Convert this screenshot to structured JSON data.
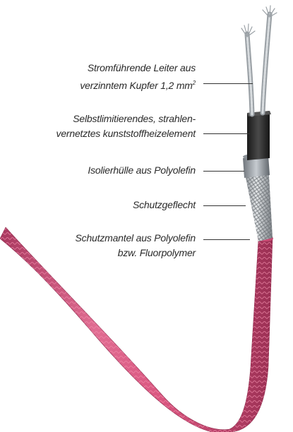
{
  "labels": [
    {
      "lines": [
        "Stromführende Leiter aus",
        "verzinntem Kupfer 1,2 mm"
      ],
      "sup": "2"
    },
    {
      "lines": [
        "Selbstlimitierendes, strahlen-",
        "vernetztes kunststoffheizelement"
      ]
    },
    {
      "lines": [
        "Isolierhülle aus Polyolefin"
      ]
    },
    {
      "lines": [
        "Schutzgeflecht"
      ]
    },
    {
      "lines": [
        "Schutzmantel aus Polyolefin",
        "bzw. Fluorpolymer"
      ]
    }
  ],
  "colors": {
    "jacket": "#d9557f",
    "jacket_dark": "#a8385e",
    "braid": "#b8bcc0",
    "insulation": "#9ea4aa",
    "core": "#2b2b2b",
    "wire": "#c9cdd1",
    "text": "#2a2a2a"
  }
}
